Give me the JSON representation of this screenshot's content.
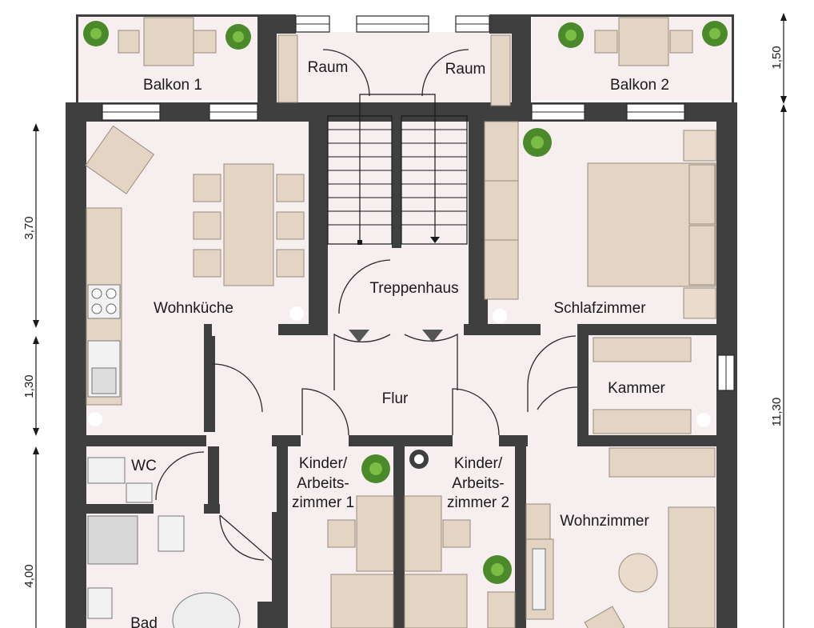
{
  "rooms": {
    "balkon1": "Balkon 1",
    "balkon2": "Balkon 2",
    "raum_left": "Raum",
    "raum_right": "Raum",
    "wohnkueche": "Wohnküche",
    "treppenhaus": "Treppenhaus",
    "schlafzimmer": "Schlafzimmer",
    "flur": "Flur",
    "kammer": "Kammer",
    "wc": "WC",
    "kinder1_l1": "Kinder/",
    "kinder1_l2": "Arbeits-",
    "kinder1_l3": "zimmer 1",
    "kinder2_l1": "Kinder/",
    "kinder2_l2": "Arbeits-",
    "kinder2_l3": "zimmer 2",
    "wohnzimmer": "Wohnzimmer",
    "bad": "Bad"
  },
  "dimensions": {
    "left_top": "3,70",
    "left_mid": "1,30",
    "left_bottom": "4,00",
    "right_top": "1,50",
    "right_total": "11,30"
  },
  "colors": {
    "wall": "#3f3f3f",
    "floor": "#f7eef0",
    "furniture": "#e3d4c3"
  }
}
